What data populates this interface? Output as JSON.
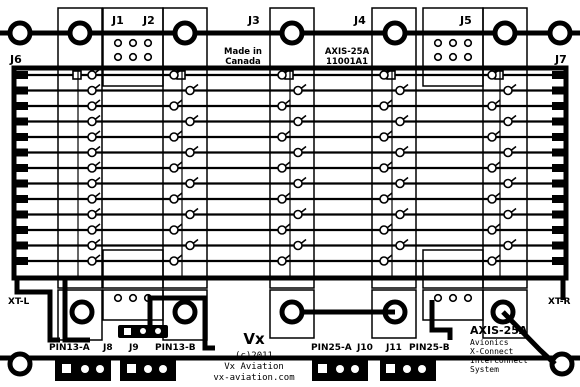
{
  "board": {
    "connectors_top": [
      "J1",
      "J2",
      "J3",
      "J4",
      "J5"
    ],
    "connector_left": "J6",
    "connector_right": "J7",
    "edge_left": "XT-L",
    "edge_right": "XT-R",
    "made_in": [
      "Made in",
      "Canada"
    ],
    "part_block": [
      "AXIS-25A",
      "11001A1"
    ],
    "logo": "Vx",
    "copyright": "(c)2011",
    "company": "Vx Aviation",
    "website": "vx-aviation.com",
    "bottom_labels": {
      "pin13a": "PIN13-A",
      "j8": "J8",
      "j9": "J9",
      "pin13b": "PIN13-B",
      "pin25a": "PIN25-A",
      "j10": "J10",
      "j11": "J11",
      "pin25b": "PIN25-B"
    },
    "product": {
      "name": "AXIS-25A",
      "lines": [
        "Avionics",
        "X-Connect",
        "Interconnect",
        "System"
      ]
    }
  },
  "colors": {
    "copper": "#000000",
    "substrate": "#ffffff"
  }
}
